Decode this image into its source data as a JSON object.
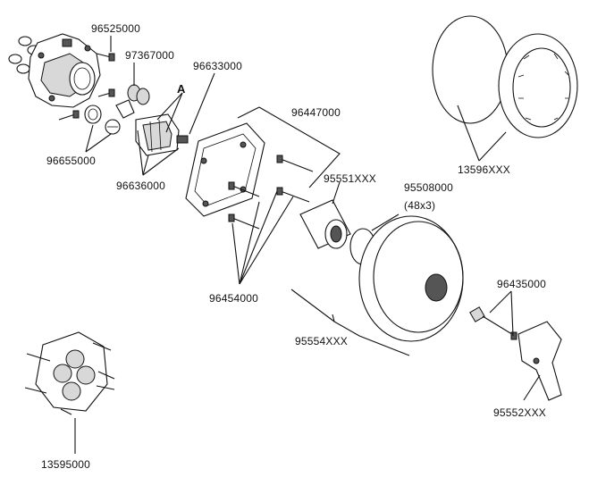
{
  "diagram": {
    "labels": {
      "p96525000": "96525000",
      "p97367000": "97367000",
      "p96633000": "96633000",
      "pA": "A",
      "p96655000": "96655000",
      "p96636000": "96636000",
      "p96447000": "96447000",
      "p95551XXX": "95551XXX",
      "p95508000": "95508000",
      "p48x3": "(48x3)",
      "p13596XXX": "13596XXX",
      "p96454000": "96454000",
      "p95554XXX": "95554XXX",
      "p96435000": "96435000",
      "p95552XXX": "95552XXX",
      "p13595000": "13595000"
    }
  }
}
